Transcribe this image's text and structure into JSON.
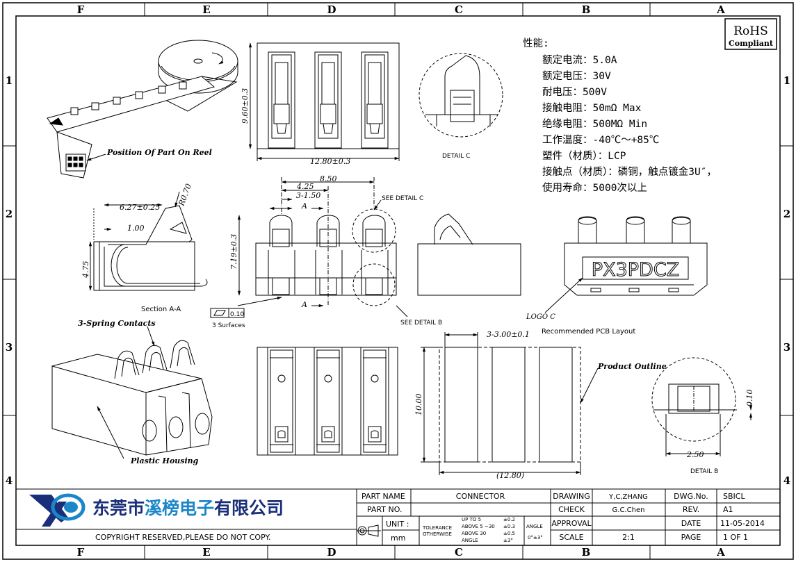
{
  "border": {
    "columns": [
      "F",
      "E",
      "D",
      "C",
      "B",
      "A"
    ],
    "rows": [
      "1",
      "2",
      "3",
      "4"
    ]
  },
  "rohs": {
    "line1": "RoHS",
    "line2": "Compliant"
  },
  "specs": {
    "heading": "性能:",
    "items": [
      "额定电流：5.0A",
      "额定电压：30V",
      "耐电压：500V",
      "接触电阻：50mΩ  Max",
      "绝缘电阻：500MΩ  Min",
      "工作温度：-40℃～+85℃",
      "塑件（材质）：LCP",
      "接触点（材质）：磷铜，触点镀金3U″，",
      "使用寿命：5000次以上"
    ]
  },
  "views": {
    "reel_note": "Position Of Part On Reel",
    "section_label": "Section A-A",
    "section_dims": {
      "d1": "6.27±0.25",
      "d2": "1.00",
      "d3": "4.75",
      "r": "R0.70"
    },
    "top_dims": {
      "height": "9.60±0.3",
      "width": "12.80±0.3"
    },
    "front_dims": {
      "d1": "8.50",
      "d2": "4.25",
      "d3": "3-1.50",
      "height": "7.19±0.3",
      "a_top": "A",
      "a_bottom": "A"
    },
    "flatness": {
      "value": "0.10",
      "note": "3 Surfaces"
    },
    "see_detail_c": "SEE DETAIL C",
    "see_detail_b": "SEE DETAIL B",
    "detail_c": "DETAIL C",
    "detail_b": "DETAIL B",
    "detail_b_dims": {
      "d1": "0.10",
      "d2": "2.50"
    },
    "logo_text": "PX3PDCZ",
    "logo_label": "LOGO C",
    "spring_label": "3-Spring Contacts",
    "housing_label": "Plastic Housing",
    "pcb_title": "Recommended PCB Layout",
    "pcb_dims": {
      "pads": "3-3.00±0.1",
      "height": "10.00",
      "width": "(12.80)"
    },
    "product_outline": "Product Outline"
  },
  "title_block": {
    "company": "东莞市溪榜电子有限公司",
    "company_plain1": "东莞市",
    "company_accent": "溪榜电子",
    "company_plain2": "有限公司",
    "copyright": "COPYRIGHT RESERVED,PLEASE DO NOT COPY.",
    "part_name_label": "PART NAME",
    "part_name": "CONNECTOR",
    "part_no_label": "PART NO.",
    "part_no": "",
    "unit_label": "UNIT :",
    "unit": "mm",
    "tolerance_label1": "TOLERANCE",
    "tolerance_label2": "OTHERWISE",
    "tol_rows": [
      {
        "range": "UP TO 5",
        "val": "±0.2"
      },
      {
        "range": "ABOVE 5 ~30",
        "val": "±0.3"
      },
      {
        "range": "ABOVE 30",
        "val": "±0.5"
      },
      {
        "range": "ANGLE",
        "val": "±3°"
      }
    ],
    "angle_label": "ANGLE",
    "angle_val": "0°±3°",
    "drawing_label": "DRAWING",
    "drawing": "Y,C,ZHANG",
    "check_label": "CHECK",
    "check": "G.C.Chen",
    "approval_label": "APPROVAL",
    "approval": "",
    "scale_label": "SCALE",
    "scale": "2:1",
    "dwg_label": "DWG.No.",
    "dwg": "SBICL",
    "rev_label": "REV.",
    "rev": "A1",
    "date_label": "DATE",
    "date": "11-05-2014",
    "page_label": "PAGE",
    "page": "1  OF  1"
  },
  "colors": {
    "line": "#000000",
    "accent": "#1d86c9",
    "logo_dark": "#1a2f7a"
  }
}
